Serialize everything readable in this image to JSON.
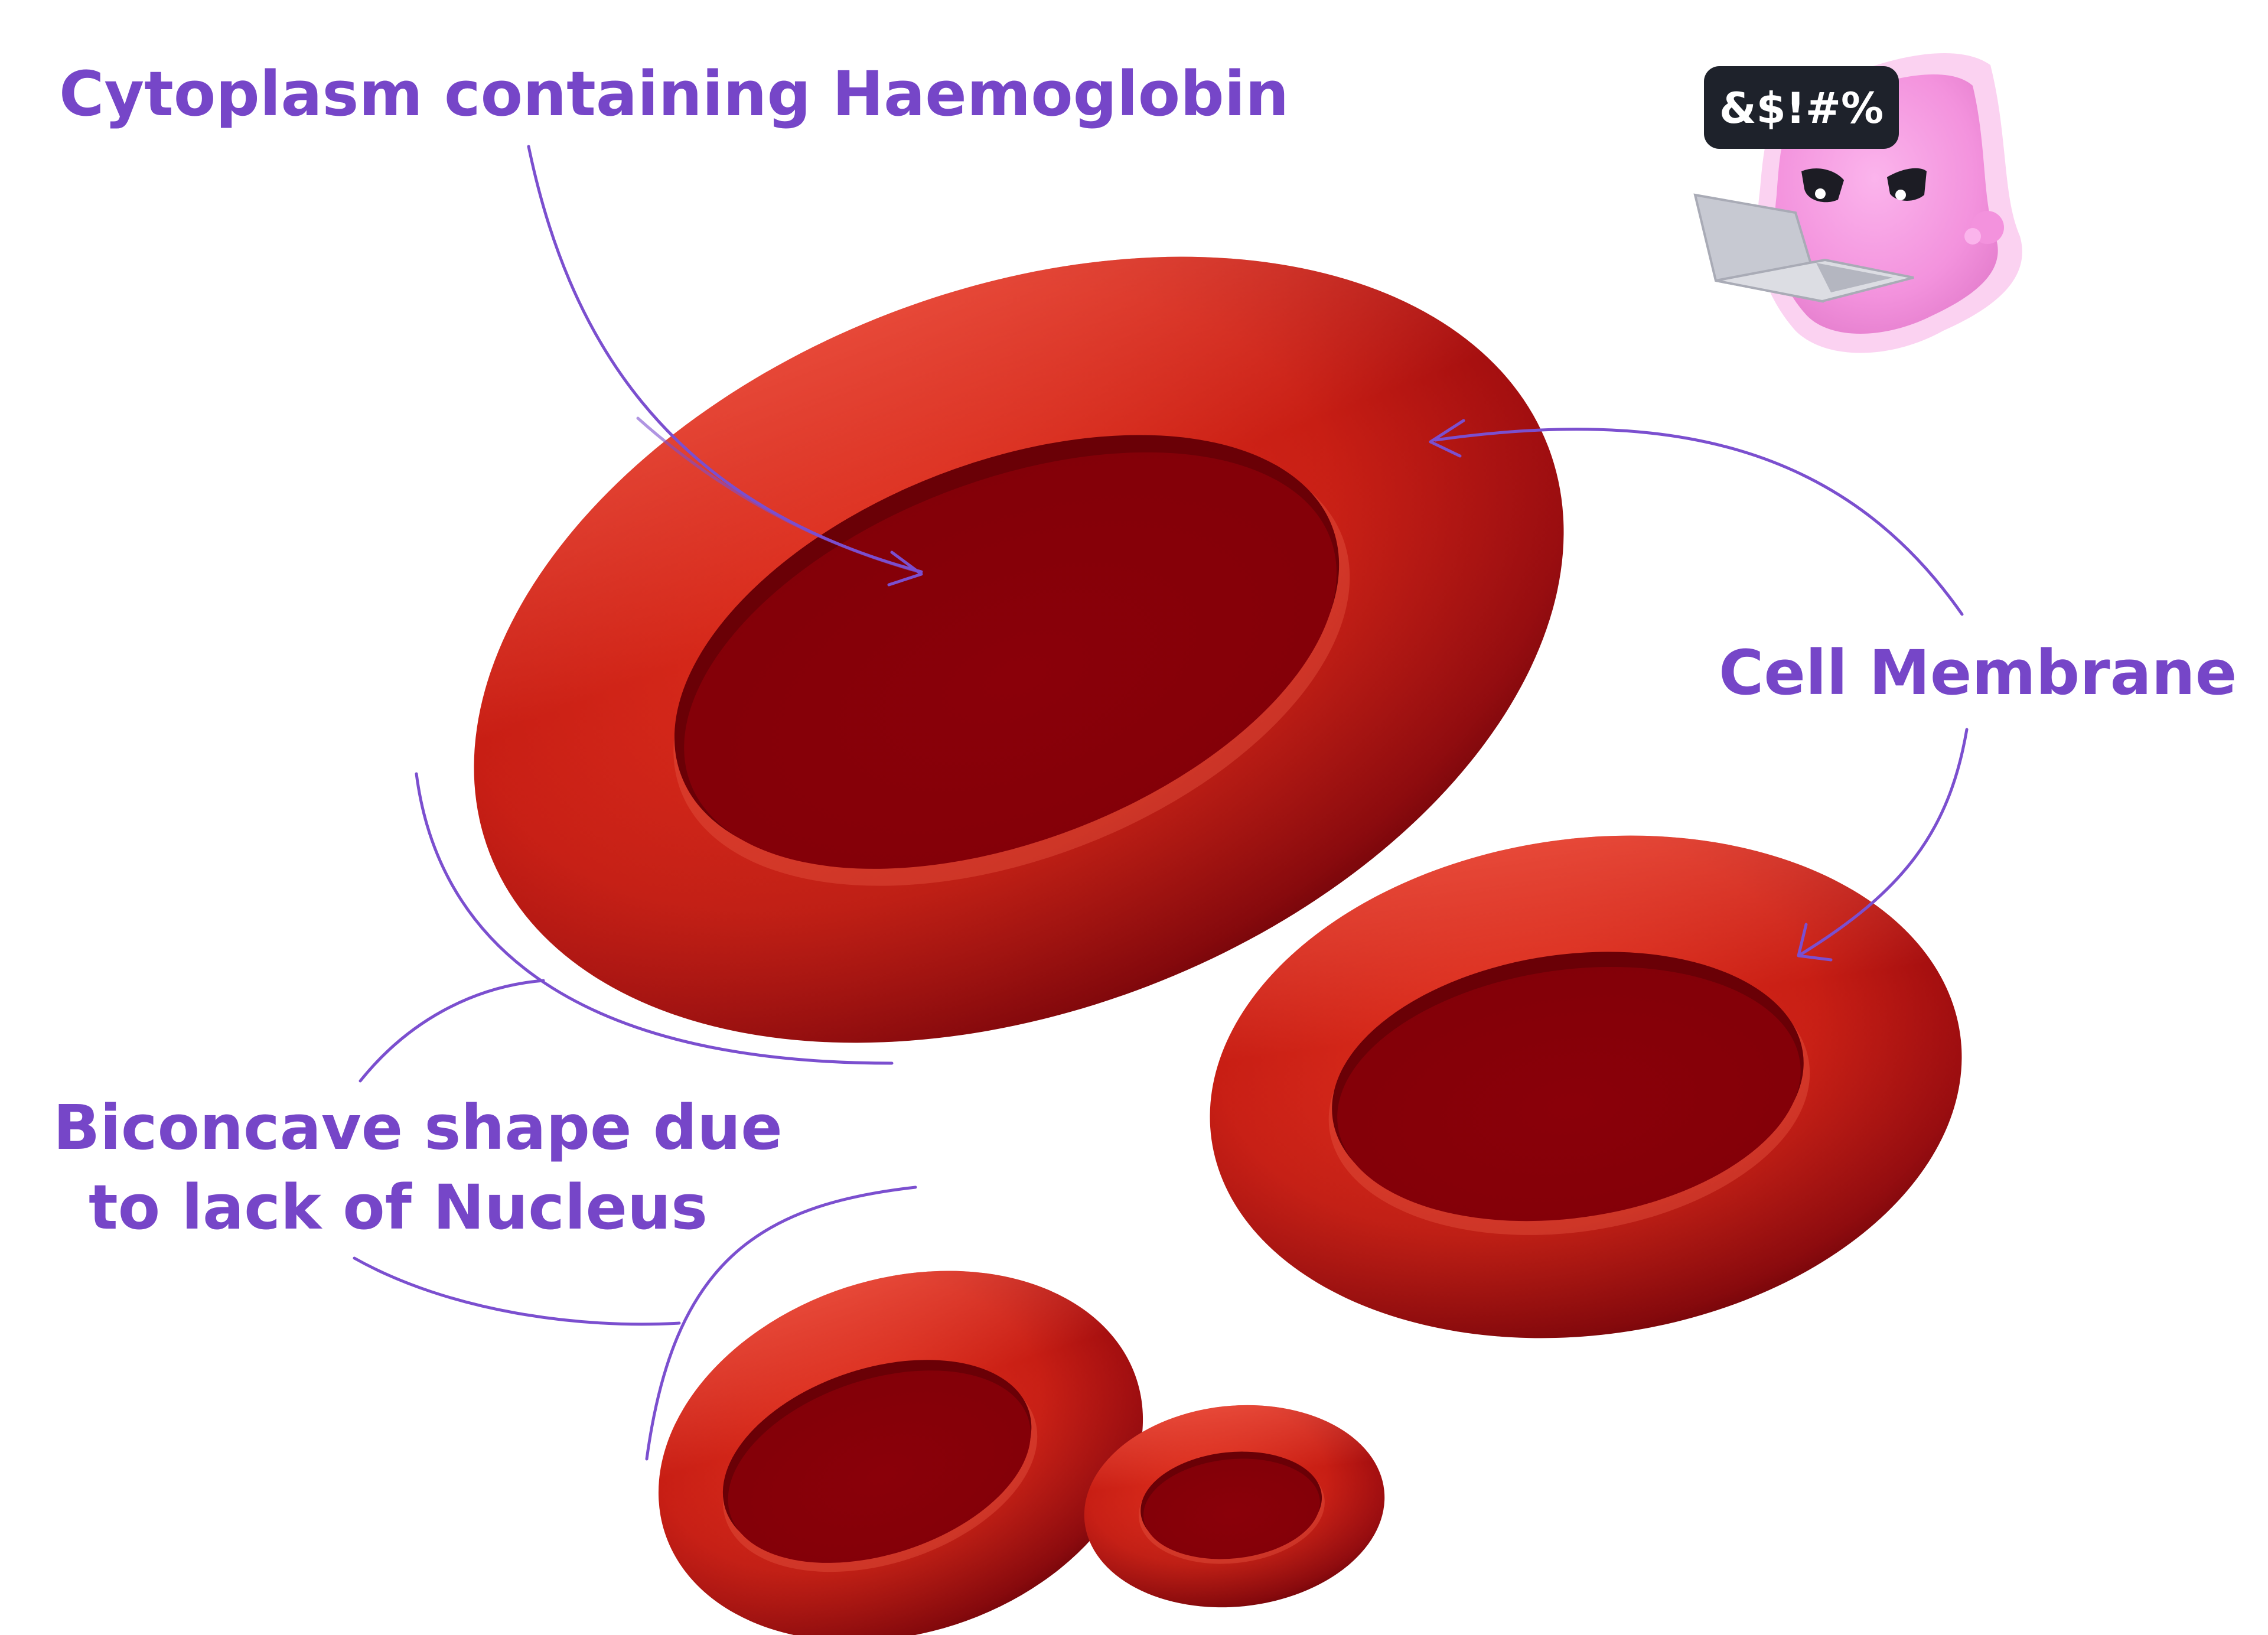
{
  "labels": {
    "cytoplasm": "Cytoplasm containing Haemoglobin",
    "membrane": "Cell Membrane",
    "biconcave_line1": "Biconcave shape due",
    "biconcave_line2": "to lack of Nucleus"
  },
  "mascot": {
    "speech": "&$!#%"
  },
  "colors": {
    "label": "#7646c8",
    "leader": "#7b4fcf",
    "cell_rim": "#c81f14",
    "cell_dark": "#7a0009",
    "cell_center": "#860009",
    "mascot_body": "#f59ae0",
    "speech_box": "#1e222b"
  }
}
